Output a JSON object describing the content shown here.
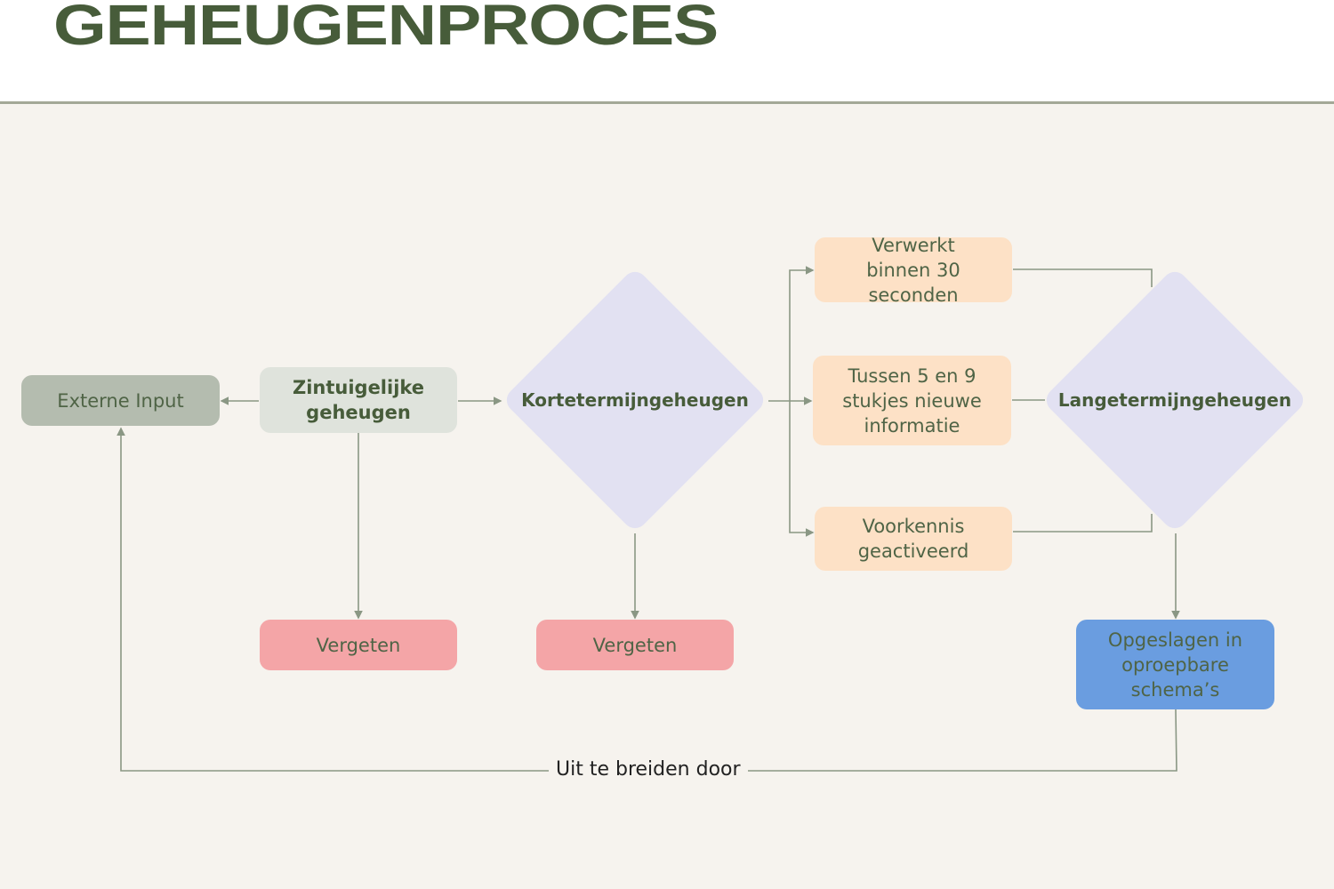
{
  "page": {
    "title": "GEHEUGENPROCES"
  },
  "colors": {
    "title": "#475c3a",
    "background": "#f6f3ee",
    "external_input": "#b4bcaf",
    "sensory": "#dfe3dc",
    "diamond": "#e2e1f2",
    "forgotten": "#f4a5a7",
    "info": "#fde1c6",
    "stored": "#6a9de0",
    "connector": "#8a9784"
  },
  "nodes": {
    "external_input": "Externe Input",
    "sensory_memory": "Zintuigelijke geheugen",
    "short_term_memory": "Kortetermijngeheugen",
    "long_term_memory": "Langetermijngeheugen",
    "forgotten_1": "Vergeten",
    "forgotten_2": "Vergeten",
    "processed": "Verwerkt binnen 30 seconden",
    "chunks": "Tussen 5 en 9 stukjes nieuwe informatie",
    "prior_knowledge": "Voorkennis geactiveerd",
    "stored": "Opgeslagen in oproepbare schema’s"
  },
  "edges": {
    "feedback_label": "Uit te breiden door"
  }
}
